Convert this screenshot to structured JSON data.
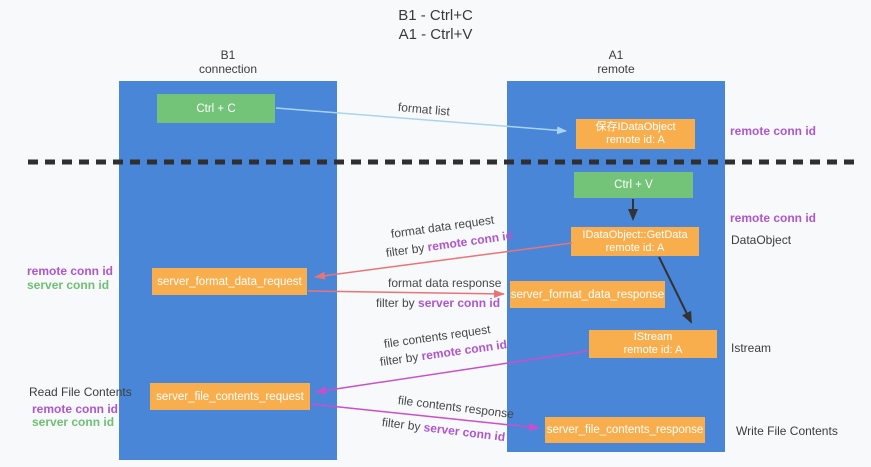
{
  "title": {
    "line1": "B1 - Ctrl+C",
    "line2": "A1 - Ctrl+V"
  },
  "lifelines": {
    "b1": {
      "name": "B1",
      "subtitle": "connection"
    },
    "a1": {
      "name": "A1",
      "subtitle": "remote"
    }
  },
  "nodes": {
    "ctrl_c": {
      "label": "Ctrl + C"
    },
    "save_idataobject": {
      "line1": "保存IDataObject",
      "line2": "remote id: A"
    },
    "ctrl_v": {
      "label": "Ctrl + V"
    },
    "getdata": {
      "line1": "IDataObject::GetData",
      "line2": "remote id: A"
    },
    "format_request": {
      "label": "server_format_data_request"
    },
    "format_response": {
      "label": "server_format_data_response"
    },
    "istream": {
      "line1": "IStream",
      "line2": "remote id: A"
    },
    "file_request": {
      "label": "server_file_contents_request"
    },
    "file_response": {
      "label": "server_file_contents_response"
    }
  },
  "side_labels": {
    "remote_conn_id": "remote conn id",
    "server_conn_id": "server conn id",
    "dataobject": "DataObject",
    "istream": "Istream",
    "read_file_contents": "Read File Contents",
    "write_file_contents": "Write File Contents"
  },
  "arrow_labels": {
    "filter_by": "filter by ",
    "format_list": "format list",
    "format_data_request": "format data request",
    "format_data_response": "format data response",
    "file_contents_request": "file contents request",
    "file_contents_response": "file contents response"
  },
  "colors": {
    "lifeline_blue": "#4a86d8",
    "box_green": "#73c378",
    "box_orange": "#f9ae4d",
    "arrow_light_blue": "#a9d4ef",
    "arrow_red": "#e77577",
    "arrow_magenta": "#cb4ecb",
    "arrow_black": "#333333",
    "remote_conn_purple": "#ae56cf",
    "server_conn_green": "#6fbf74"
  }
}
